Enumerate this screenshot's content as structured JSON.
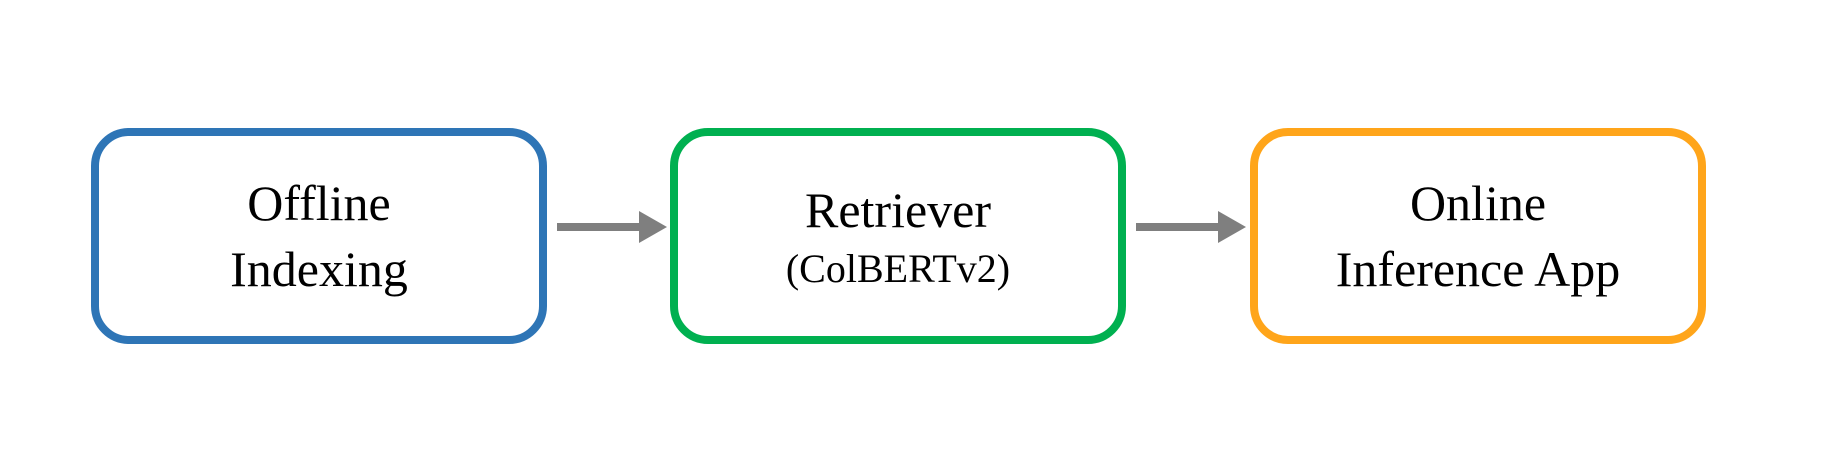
{
  "colors": {
    "offline_border": "#2e75b6",
    "retriever_border": "#00b050",
    "online_border": "#ffa51a",
    "arrow": "#7f7f7f",
    "text": "#000000",
    "background": "#ffffff"
  },
  "nodes": {
    "offline": {
      "line1": "Offline",
      "line2": "Indexing"
    },
    "retriever": {
      "line1": "Retriever",
      "line2": "(ColBERTv2)"
    },
    "online": {
      "line1": "Online",
      "line2": "Inference App"
    }
  },
  "edges": [
    {
      "from": "offline",
      "to": "retriever"
    },
    {
      "from": "retriever",
      "to": "online"
    }
  ]
}
